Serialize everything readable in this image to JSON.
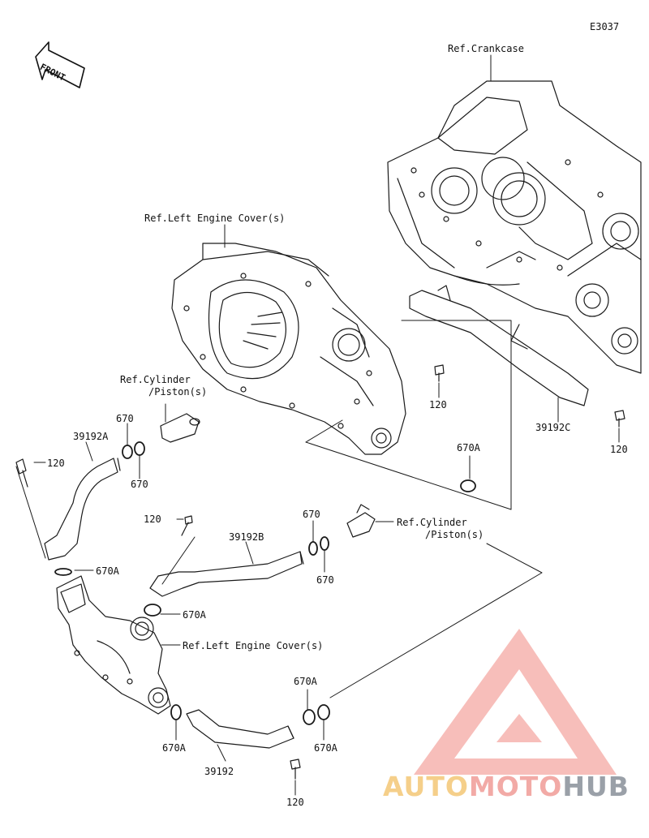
{
  "diagram_code": "E3037",
  "front_label": "FRONT",
  "refs": {
    "crankcase": "Ref.Crankcase",
    "left_engine_cover_top": "Ref.Left Engine Cover(s)",
    "cylinder_left_line1": "Ref.Cylinder",
    "cylinder_left_line2": "/Piston(s)",
    "cylinder_right_line1": "Ref.Cylinder",
    "cylinder_right_line2": "/Piston(s)",
    "left_engine_cover_bottom": "Ref.Left Engine Cover(s)"
  },
  "parts": {
    "p670_a": "670",
    "p670_b": "670",
    "p670_c": "670",
    "p670_d": "670",
    "p670A_1": "670A",
    "p670A_2": "670A",
    "p670A_3": "670A",
    "p670A_4": "670A",
    "p670A_5": "670A",
    "p670A_6": "670A",
    "p120_1": "120",
    "p120_2": "120",
    "p120_3": "120",
    "p120_4": "120",
    "p120_5": "120",
    "p39192A": "39192A",
    "p39192B": "39192B",
    "p39192C": "39192C",
    "p39192": "39192"
  },
  "watermark": {
    "part1": "AUTO",
    "part2": "MOTO",
    "part3": "HUB",
    "colors": {
      "auto": "#f5cf8a",
      "moto": "#f2aaa6",
      "hub": "#9aa0a8",
      "logo": "#f4a7a3"
    }
  }
}
